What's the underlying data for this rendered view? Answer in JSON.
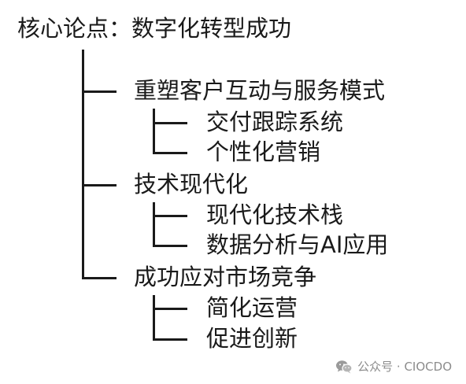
{
  "root": {
    "label": "核心论点：数字化转型成功"
  },
  "branches": [
    {
      "label": "重塑客户互动与服务模式",
      "children": [
        "交付跟踪系统",
        "个性化营销"
      ]
    },
    {
      "label": "技术现代化",
      "children": [
        "现代化技术栈",
        "数据分析与AI应用"
      ]
    },
    {
      "label": "成功应对市场竞争",
      "children": [
        "简化运营",
        "促进创新"
      ]
    }
  ],
  "watermark": {
    "text": "公众号 · CIOCDO",
    "icon": "wechat-icon"
  }
}
